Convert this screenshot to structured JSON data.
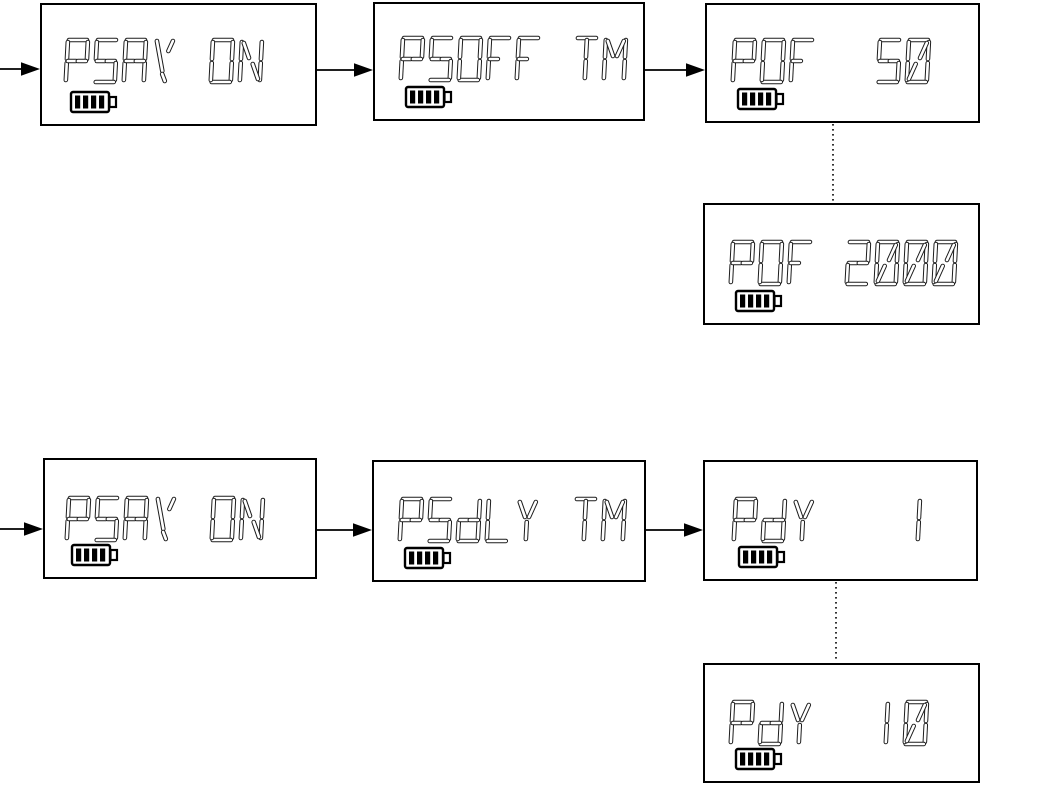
{
  "diagram": {
    "kind": "lcd-menu-flow",
    "rows": [
      {
        "name": "power-save-off-time-flow",
        "screen_ids": [
          "psav-on-1",
          "psoff-tm",
          "pof-50",
          "pof-2000"
        ]
      },
      {
        "name": "power-save-delay-time-flow",
        "screen_ids": [
          "psav-on-2",
          "psdly-tm",
          "pdy-1",
          "pdy-10"
        ]
      }
    ]
  },
  "screens": [
    {
      "id": "psav-on-1",
      "display": "PSAV ON",
      "value_shown": "ON",
      "battery_bars": 4
    },
    {
      "id": "psoff-tm",
      "display": "PSOFF TM",
      "value_shown": "",
      "battery_bars": 4
    },
    {
      "id": "pof-50",
      "display": "POF  50",
      "value_shown": "50",
      "battery_bars": 4
    },
    {
      "id": "pof-2000",
      "display": "POF 2000",
      "value_shown": "2000",
      "battery_bars": 4
    },
    {
      "id": "psav-on-2",
      "display": "PSAV ON",
      "value_shown": "ON",
      "battery_bars": 4
    },
    {
      "id": "psdly-tm",
      "display": "PSdLY TM",
      "value_shown": "",
      "battery_bars": 4
    },
    {
      "id": "pdy-1",
      "display": "PdY   1",
      "value_shown": "1",
      "battery_bars": 4
    },
    {
      "id": "pdy-10",
      "display": "PdY  10",
      "value_shown": "10",
      "battery_bars": 4
    }
  ],
  "icons": {
    "battery": "battery-4-bars-icon",
    "arrow": "right-arrow-icon",
    "dotted_link": "dotted-connector"
  },
  "colors": {
    "ink": "#000000",
    "segment_outline": "#1c1c1c",
    "segment_core": "#ffffff",
    "background": "#ffffff"
  }
}
